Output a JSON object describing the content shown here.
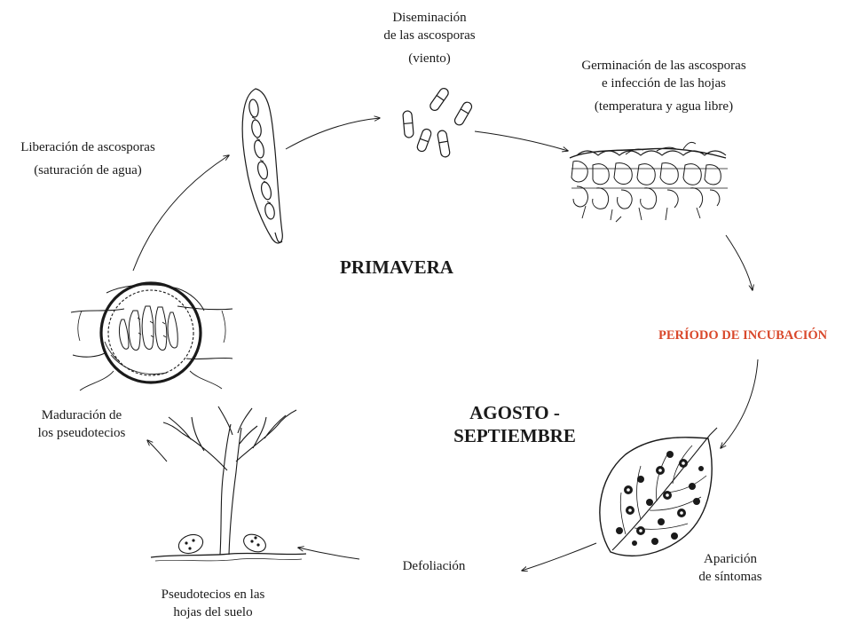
{
  "colors": {
    "ink": "#1a1a1a",
    "highlight": "#d9482b"
  },
  "labels": {
    "dissemination": [
      "Diseminación",
      "de las ascosporas",
      "(viento)"
    ],
    "germination": [
      "Germinación de las ascosporas",
      "e infección de las hojas",
      "(temperatura y agua libre)"
    ],
    "release": [
      "Liberación de ascosporas",
      "(saturación de agua)"
    ],
    "incubation": "PERÍODO DE INCUBACIÓN",
    "maturation": [
      "Maduración de",
      "los pseudotecios"
    ],
    "symptoms": [
      "Aparición",
      "de síntomas"
    ],
    "defoliation": "Defoliación",
    "soil": [
      "Pseudotecios en las",
      "hojas del suelo"
    ]
  },
  "seasons": {
    "spring": "PRIMAVERA",
    "summer": [
      "AGOSTO -",
      "SEPTIEMBRE"
    ]
  },
  "illustrations": [
    "ascus-drawing",
    "ascospores-drawing",
    "leaf-tissue-drawing",
    "infected-leaf-drawing",
    "bare-tree-drawing",
    "pseudothecium-drawing"
  ]
}
